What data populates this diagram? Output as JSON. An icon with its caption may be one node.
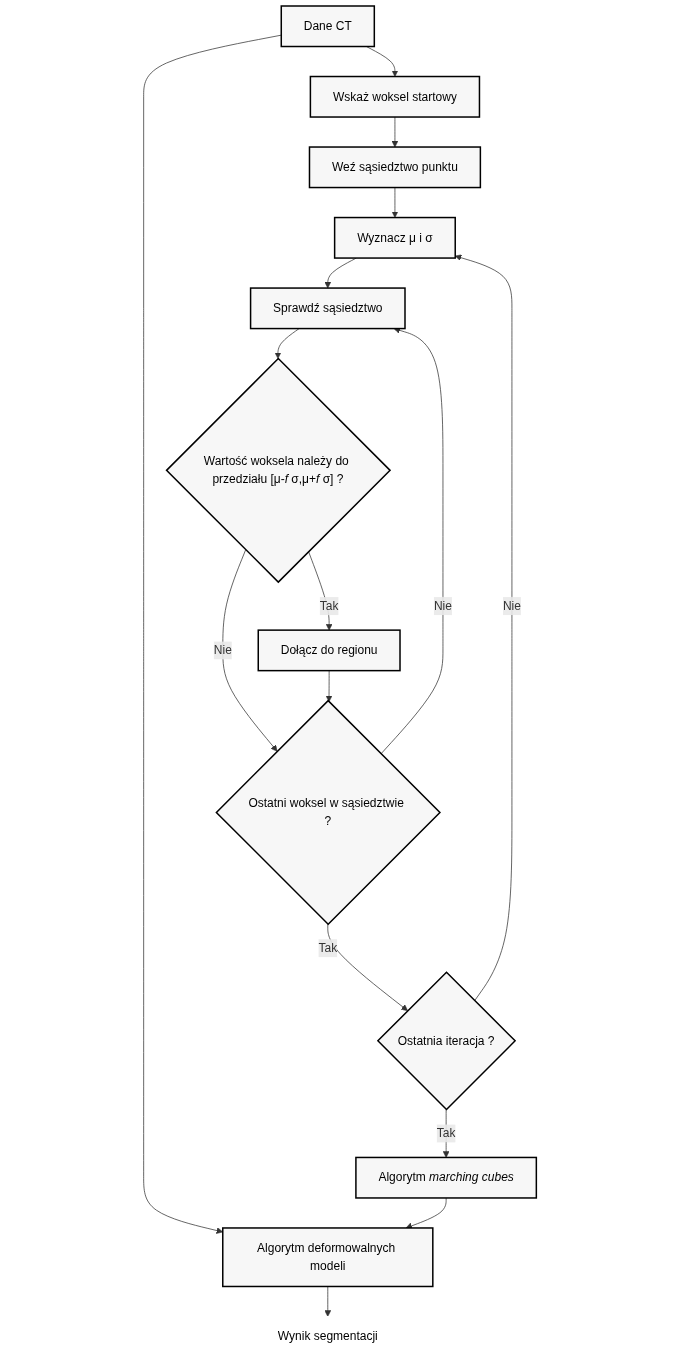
{
  "diagram": {
    "nodes": [
      {
        "text": [
          "Dane CT"
        ]
      },
      {
        "text": [
          "Wskaż woksel startowy"
        ]
      },
      {
        "text": [
          "Weź sąsiedztwo punktu"
        ]
      },
      {
        "text": [
          "Wyznacz μ i σ"
        ]
      },
      {
        "text": [
          "Sprawdź sąsiedztwo"
        ]
      },
      {
        "text": [
          "Wartość woksela należy do przedziału [μ-*f* σ,μ+*f* σ] ?"
        ]
      },
      {
        "text": [
          "Dołącz do regionu"
        ]
      },
      {
        "text": [
          "Ostatni woksel w sąsiedztwie ?"
        ]
      },
      {
        "text": [
          "Ostatnia iteracja ?"
        ]
      },
      {
        "text": [
          "Algorytm *marching cubes*"
        ]
      },
      {
        "text": [
          "Algorytm deformowalnych modeli"
        ]
      },
      {
        "text": [
          "Wynik segmentacji"
        ]
      }
    ],
    "edges": [
      {
        "from": 0,
        "to": 1,
        "arrow": "to"
      },
      {
        "from": 0,
        "to": 10,
        "arrow": "to"
      },
      {
        "from": 1,
        "to": 2,
        "arrow": "to"
      },
      {
        "from": 2,
        "to": 3,
        "arrow": "to"
      },
      {
        "from": 3,
        "to": 4,
        "arrow": "to"
      },
      {
        "from": 4,
        "to": 5,
        "arrow": "to"
      },
      {
        "from": 5,
        "to": 6,
        "arrow": "to",
        "label": "Tak"
      },
      {
        "from": 5,
        "to": 7,
        "arrow": "to",
        "label": "Nie"
      },
      {
        "from": 6,
        "to": 7,
        "arrow": "to"
      },
      {
        "from": 7,
        "to": 4,
        "arrow": "to",
        "label": "Nie"
      },
      {
        "from": 7,
        "to": 8,
        "arrow": "to",
        "label": "Tak"
      },
      {
        "from": 8,
        "to": 3,
        "arrow": "to",
        "label": "Nie"
      },
      {
        "from": 8,
        "to": 9,
        "arrow": "to",
        "label": "Tak"
      },
      {
        "from": 9,
        "to": 10,
        "arrow": "to"
      },
      {
        "from": 10,
        "to": 11,
        "arrow": "to"
      }
    ]
  }
}
